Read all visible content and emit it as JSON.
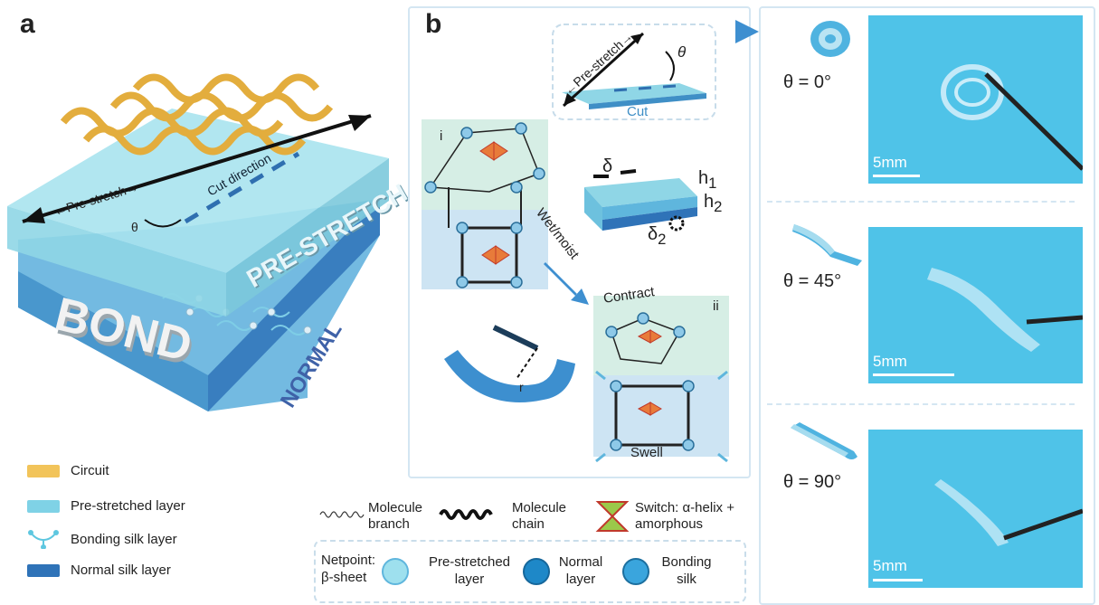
{
  "panel_a": {
    "letter": "a",
    "pre_stretch": "←Pre-stretch→",
    "cut_direction": "Cut direction",
    "theta": "θ",
    "pre_stretch_block": "PRE-STRETCH",
    "bond_block": "BOND",
    "normal_block": "NORMAL",
    "legend": [
      {
        "label": "Circuit",
        "color": "#f2c45a"
      },
      {
        "label": "Pre-stretched layer",
        "color": "#7fd2e6"
      },
      {
        "label": "Bonding silk layer",
        "color": "#5ec7e0"
      },
      {
        "label": "Normal silk layer",
        "color": "#2f73b8"
      }
    ]
  },
  "panel_b": {
    "letter": "b",
    "pre_stretch": "←Pre-stretch→",
    "theta": "θ",
    "cut": "Cut",
    "i_label": "i",
    "ii_label": "ii",
    "delta1": "δ",
    "h1": "h",
    "h1_sub": "1",
    "h2": "h",
    "h2_sub": "2",
    "delta2": "δ",
    "delta2_sub": "2",
    "wet_moist": "Wet/moist",
    "contract": "Contract",
    "swell": "Swell",
    "r_label": "r"
  },
  "legend_b": {
    "molecule_branch": "Molecule branch",
    "molecule_chain": "Molecule chain",
    "switch": "Switch: α-helix + amorphous",
    "netpoint": "Netpoint: β-sheet",
    "pre_stretched_layer": "Pre-stretched layer",
    "normal_layer": "Normal layer",
    "bonding_silk": "Bonding silk"
  },
  "right_panel": {
    "rows": [
      {
        "theta": "θ = 0°",
        "scale": "5mm"
      },
      {
        "theta": "θ = 45°",
        "scale": "5mm"
      },
      {
        "theta": "θ = 90°",
        "scale": "5mm"
      }
    ]
  }
}
